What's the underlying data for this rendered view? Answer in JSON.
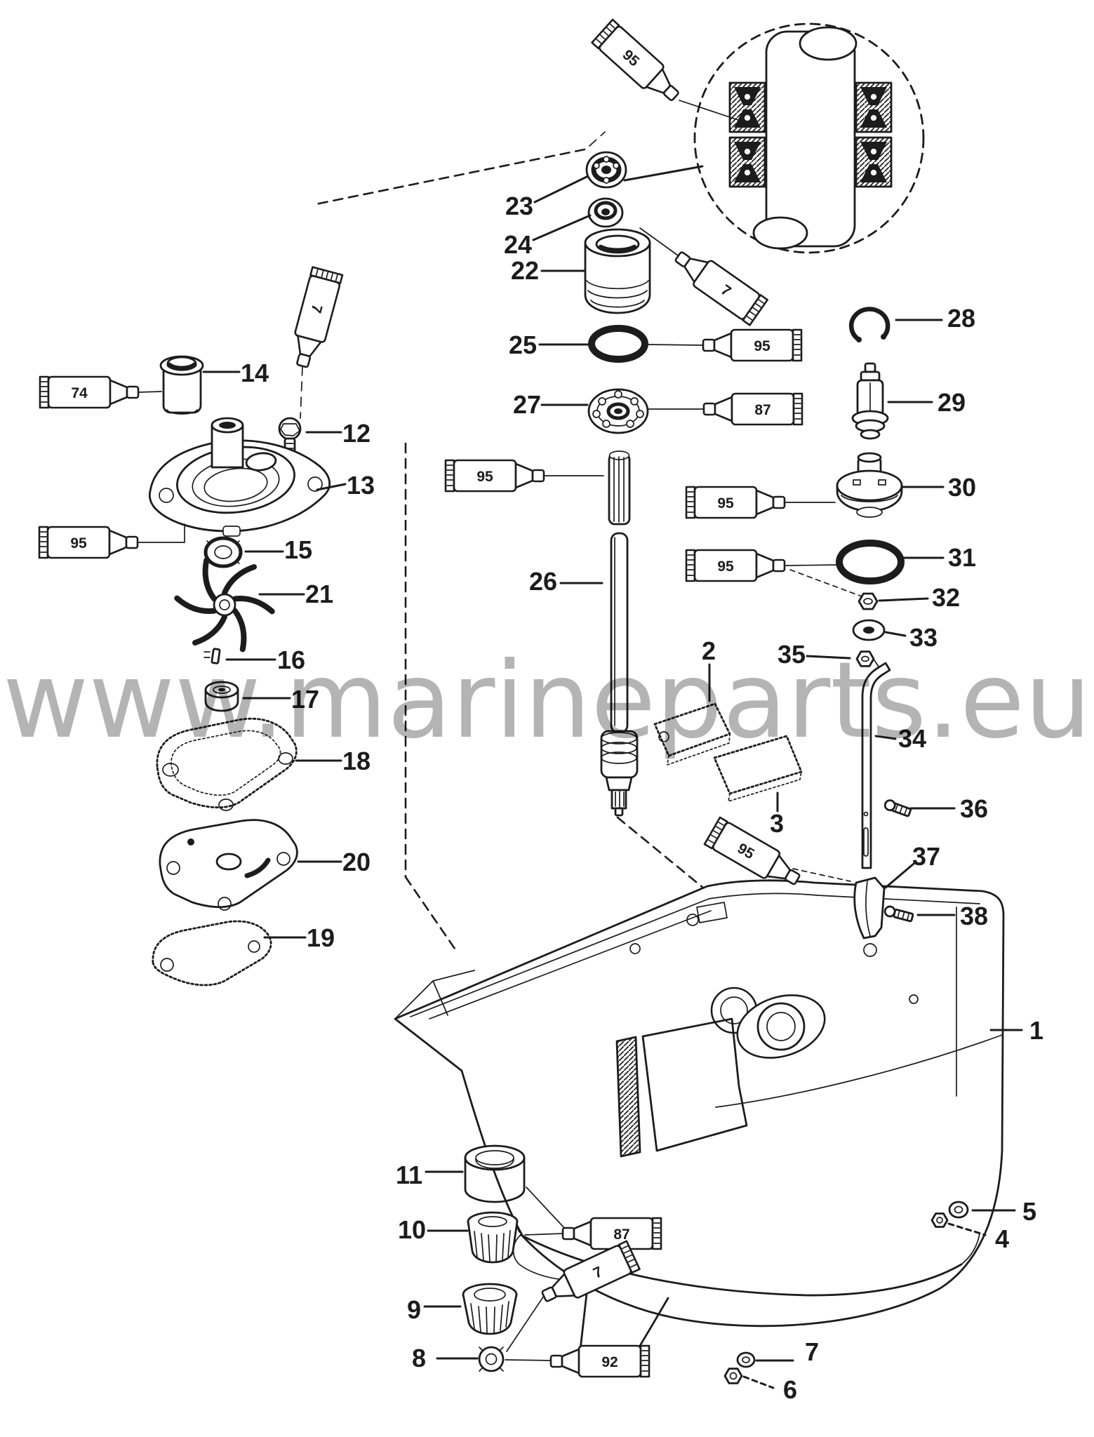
{
  "watermark": {
    "text": "www.marineparts.eu"
  },
  "callouts": {
    "c1": "1",
    "c2": "2",
    "c3": "3",
    "c4": "4",
    "c5": "5",
    "c6": "6",
    "c7": "7",
    "c8": "8",
    "c9": "9",
    "c10": "10",
    "c11": "11",
    "c12": "12",
    "c13": "13",
    "c14": "14",
    "c15": "15",
    "c16": "16",
    "c17": "17",
    "c18": "18",
    "c19": "19",
    "c20": "20",
    "c21": "21",
    "c22": "22",
    "c23": "23",
    "c24": "24",
    "c25": "25",
    "c26": "26",
    "c27": "27",
    "c28": "28",
    "c29": "29",
    "c30": "30",
    "c31": "31",
    "c32": "32",
    "c33": "33",
    "c34": "34",
    "c35": "35",
    "c36": "36",
    "c37": "37",
    "c38": "38"
  },
  "tubes": {
    "t7": "7",
    "t74": "74",
    "t87": "87",
    "t92": "92",
    "t95": "95"
  },
  "colors": {
    "line": "#1c1c1c",
    "watermark": "#b4b4b4"
  }
}
